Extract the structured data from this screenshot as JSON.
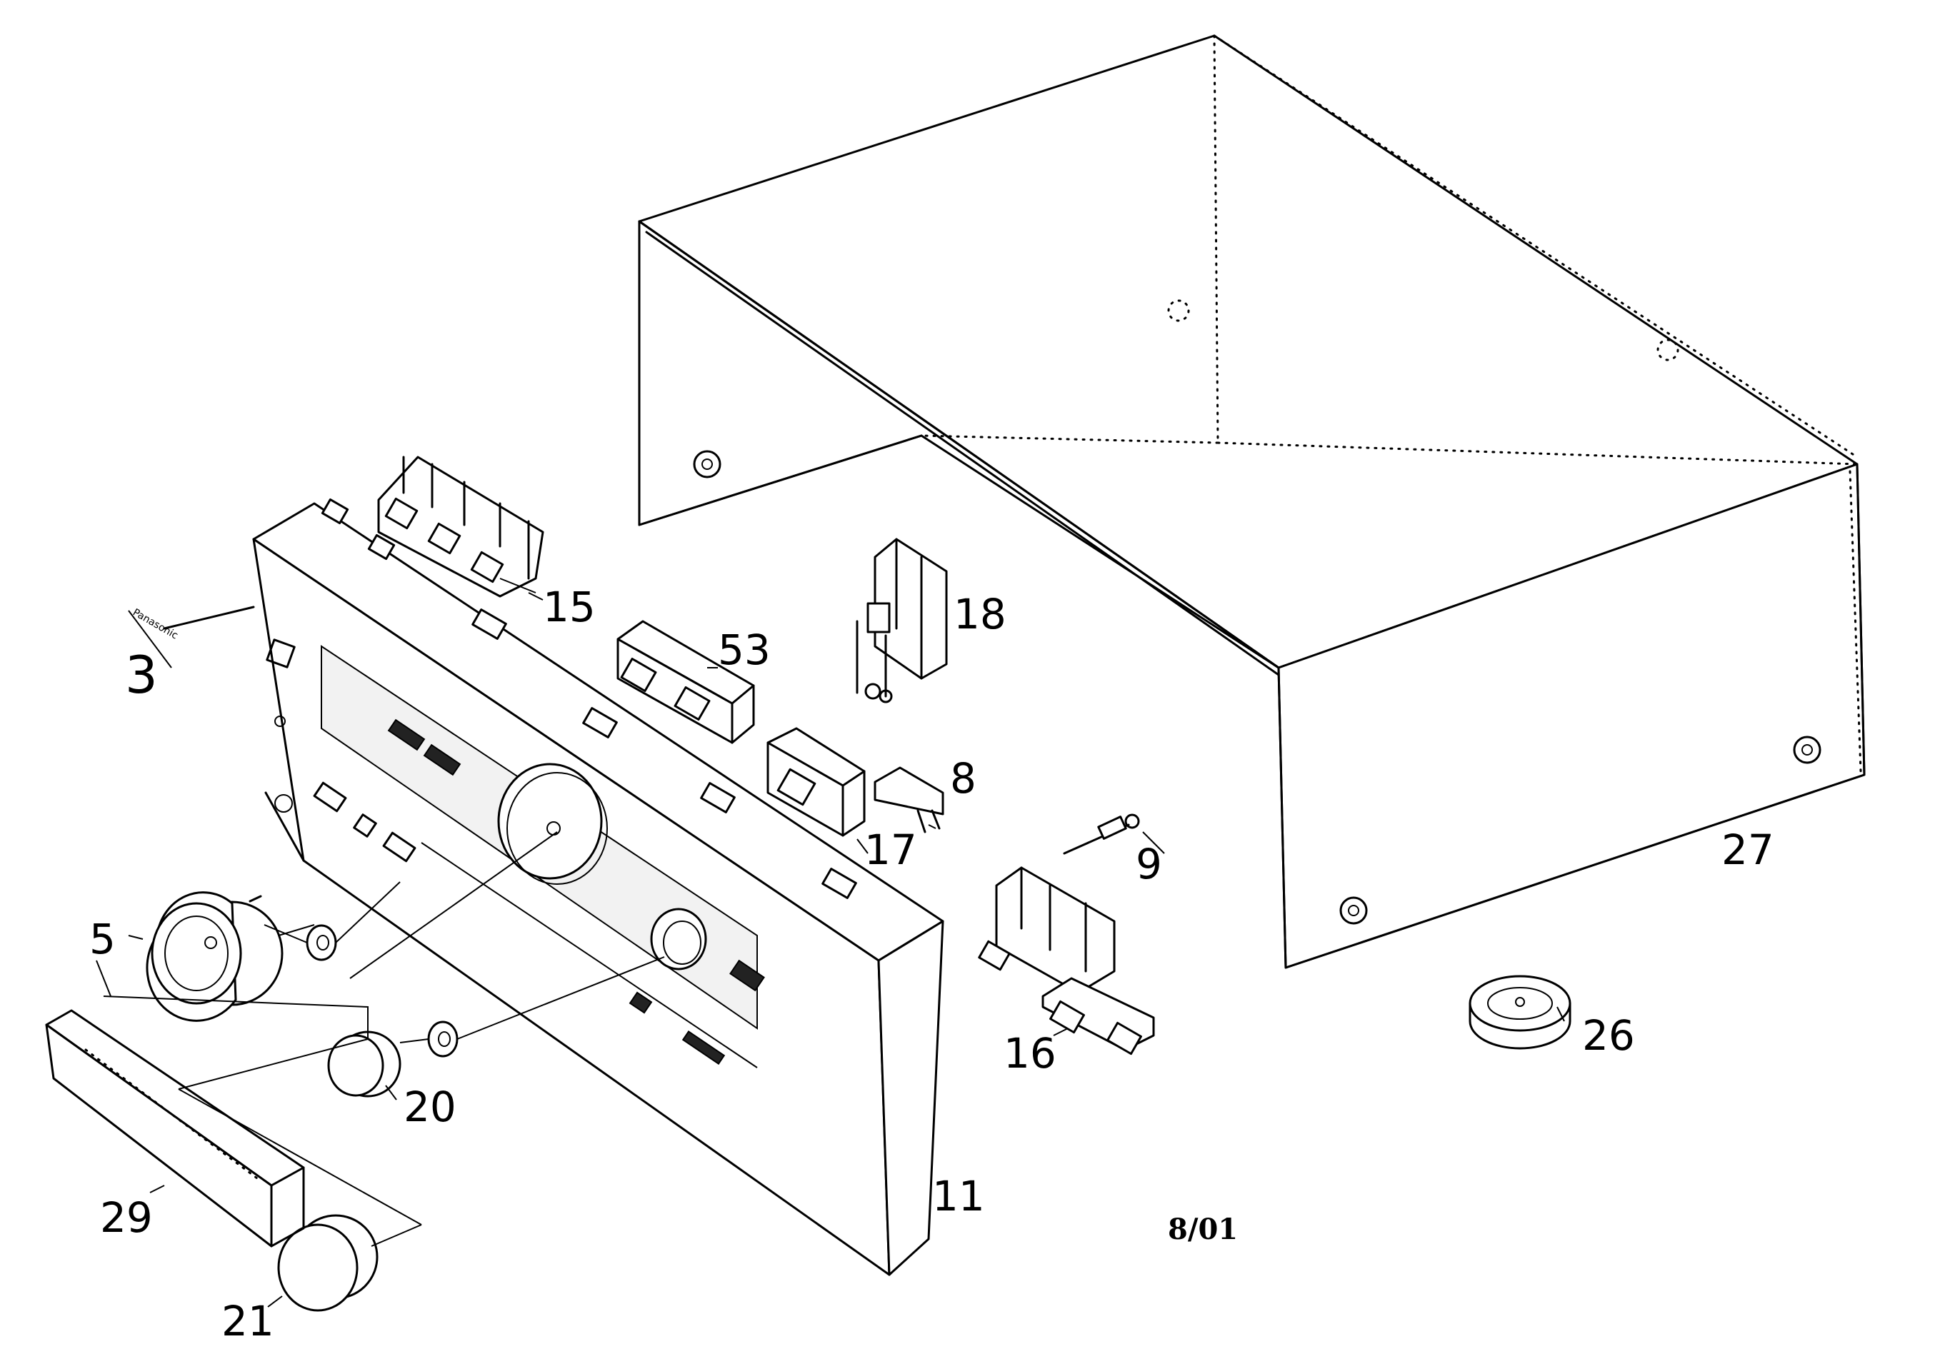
{
  "diagram": {
    "footer_code": "8/01",
    "brand_mark": "Panasonic",
    "callouts": {
      "cover": "27",
      "front_panel": "3",
      "panel_body": "11",
      "knob_large": "5",
      "switch_top_left": "15",
      "switch_top_mid": "53",
      "switch_top_right": "18",
      "clip": "8",
      "switch_mid": "17",
      "pin": "9",
      "switch_bottom": "16",
      "knob_small": "20",
      "knob_bottom": "21",
      "window_lens": "29",
      "foot": "26"
    }
  }
}
